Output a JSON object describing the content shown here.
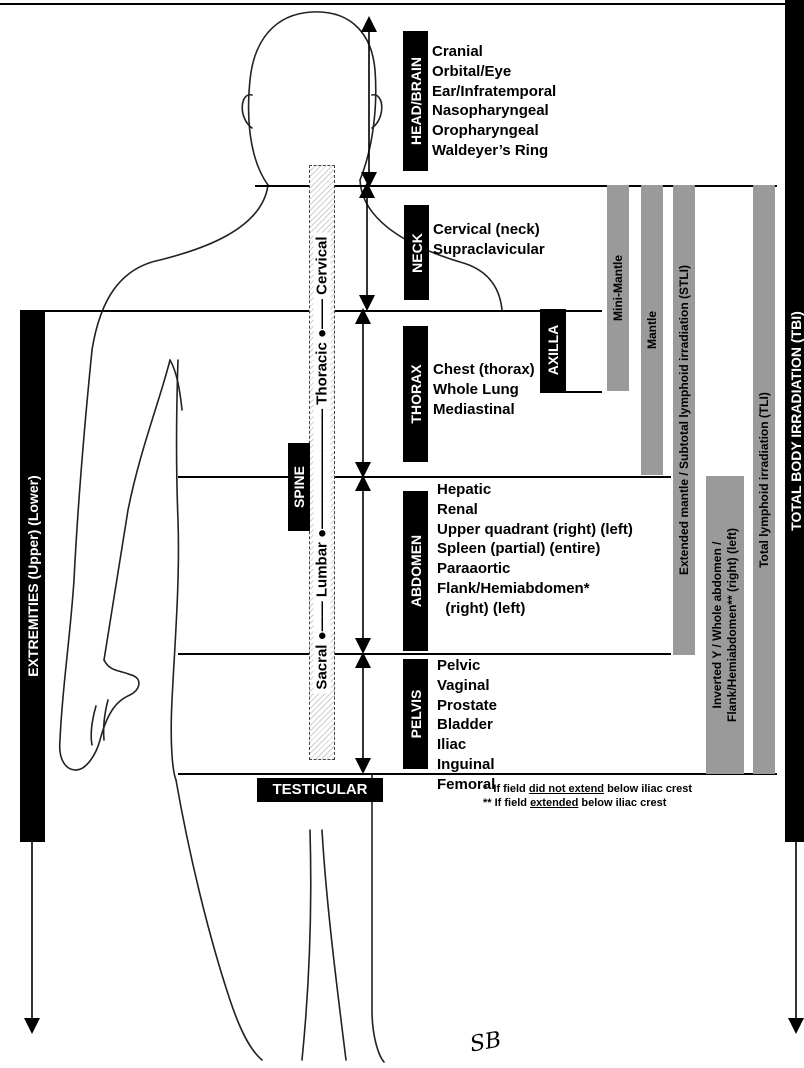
{
  "regions": {
    "head": {
      "label": "HEAD/BRAIN",
      "items": [
        "Cranial",
        "Orbital/Eye",
        "Ear/Infratemporal",
        "Nasopharyngeal",
        "Oropharyngeal",
        "Waldeyer’s Ring"
      ]
    },
    "neck": {
      "label": "NECK",
      "items": [
        "Cervical (neck)",
        "Supraclavicular"
      ]
    },
    "thorax": {
      "label": "THORAX",
      "items": [
        "Chest (thorax)",
        "Whole Lung",
        "Mediastinal"
      ]
    },
    "abdomen": {
      "label": "ABDOMEN",
      "items": [
        "Hepatic",
        "Renal",
        "Upper quadrant (right) (left)",
        "Spleen (partial) (entire)",
        "Paraaortic",
        "Flank/Hemiabdomen*",
        "  (right) (left)"
      ]
    },
    "pelvis": {
      "label": "PELVIS",
      "items": [
        "Pelvic",
        "Vaginal",
        "Prostate",
        "Bladder",
        "Iliac",
        "Inguinal",
        "Femoral"
      ]
    }
  },
  "axilla": "AXILLA",
  "spine": {
    "label": "SPINE",
    "column_text": "Sacral ●—— Lumbar ●———————— Thoracic ●—— Cervical"
  },
  "testicular": "TESTICULAR",
  "extremities": "EXTREMITIES (Upper) (Lower)",
  "tbi": "TOTAL BODY IRRADIATION (TBI)",
  "fields": {
    "mini_mantle": "Mini-Mantle",
    "mantle": "Mantle",
    "stli": "Extended mantle / Subtotal lymphoid irradiation (STLI)",
    "inverted_y": "Inverted Y / Whole abdomen / Flank/Hemiabdomen** (right) (left)",
    "tli": "Total lymphoid irradiation (TLI)"
  },
  "notes": {
    "n1_prefix": "*  If field ",
    "n1_emph": "did not extend",
    "n1_suffix": " below iliac crest",
    "n2_prefix": "** If field ",
    "n2_emph": "extended",
    "n2_suffix": " below iliac crest"
  },
  "signature": "SB"
}
